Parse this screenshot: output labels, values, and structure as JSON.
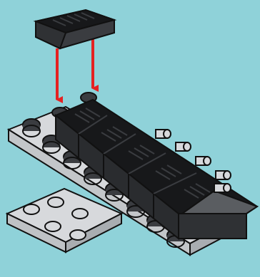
{
  "figure": {
    "background_color": "#8fd2d9",
    "arrow_color": "#e52222",
    "plate_color": "#d7d9dc",
    "brick_color": "#3a3c40",
    "brick_dark_color": "#17181a",
    "tile_color": "#5a5d61",
    "items": [
      {
        "name": "slope-brick-new",
        "state": "placing"
      },
      {
        "name": "placement-arrows",
        "count": 2
      },
      {
        "name": "long-light-plate",
        "studs_visible": 10
      },
      {
        "name": "lower-light-plate",
        "studs_visible": 5
      },
      {
        "name": "dark-slope-row",
        "pieces_visible": 5
      },
      {
        "name": "side-studs",
        "count": 5
      }
    ]
  }
}
